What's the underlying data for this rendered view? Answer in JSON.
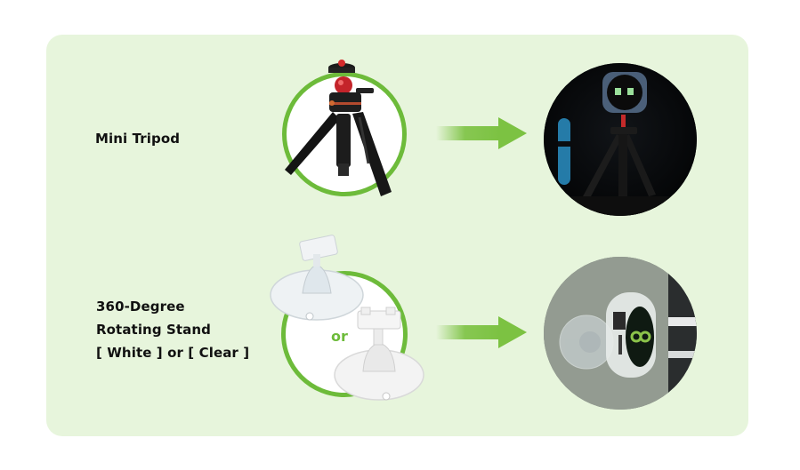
{
  "colors": {
    "panel_background": "#e7f5dc",
    "accent_green": "#6dbb3a",
    "text": "#111111"
  },
  "rows": [
    {
      "label_lines": [
        "Mini Tripod"
      ],
      "product": "mini-tripod",
      "result": "device-on-tripod"
    },
    {
      "label_lines": [
        "360-Degree",
        "Rotating Stand",
        "[ White ] or [ Clear ]"
      ],
      "product": "rotating-stand",
      "separator": "or",
      "result": "device-on-suction-stand"
    }
  ]
}
